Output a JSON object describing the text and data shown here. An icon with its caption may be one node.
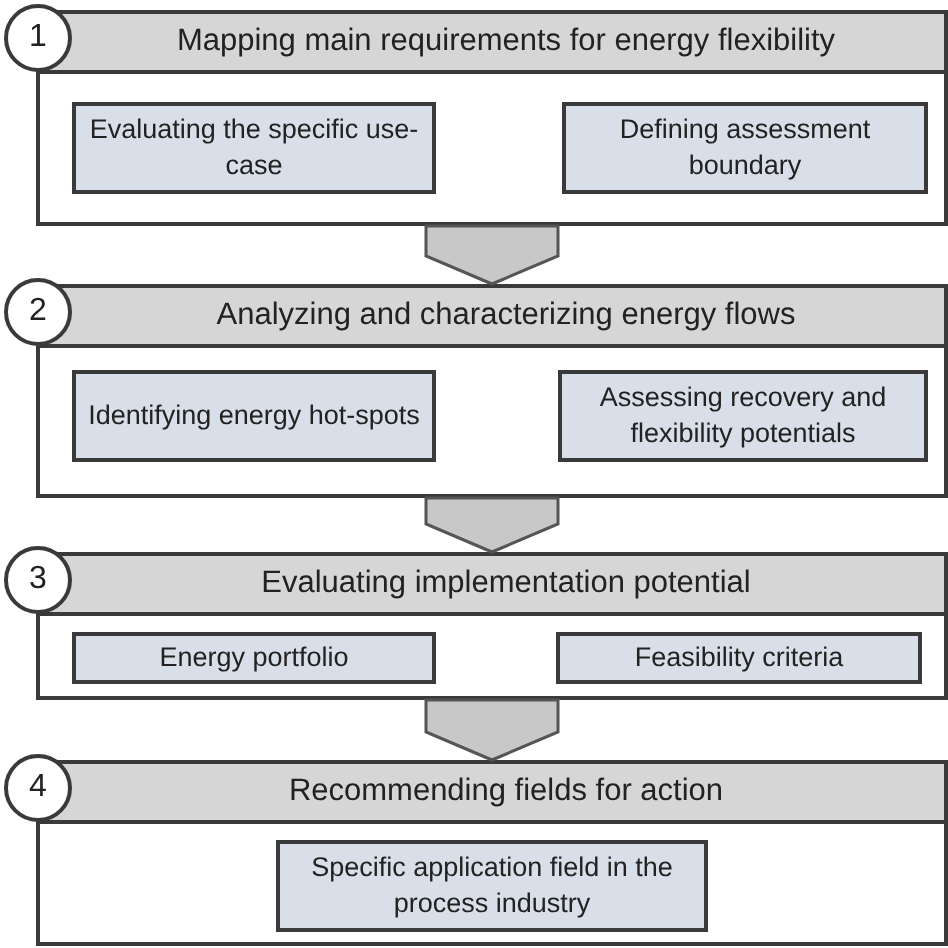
{
  "diagram": {
    "nodes": [
      {
        "text": [
          "1"
        ]
      },
      {
        "text": [
          "Mapping main requirements for energy flexibility"
        ]
      },
      {
        "text": [
          "Evaluating the specific use-case"
        ],
        "in": 1
      },
      {
        "text": [
          "Defining assessment boundary"
        ],
        "in": 1
      },
      {
        "text": [
          "2"
        ]
      },
      {
        "text": [
          "Analyzing and characterizing energy flows"
        ]
      },
      {
        "text": [
          "Identifying energy hot-spots"
        ],
        "in": 5
      },
      {
        "text": [
          "Assessing recovery and flexibility potentials"
        ],
        "in": 5
      },
      {
        "text": [
          "3"
        ]
      },
      {
        "text": [
          "Evaluating implementation potential"
        ]
      },
      {
        "text": [
          "Energy portfolio"
        ],
        "in": 9
      },
      {
        "text": [
          "Feasibility criteria"
        ],
        "in": 9
      },
      {
        "text": [
          "4"
        ]
      },
      {
        "text": [
          "Recommending fields for action"
        ]
      },
      {
        "text": [
          "Specific application field in the process industry"
        ],
        "in": 13
      }
    ],
    "edges": [
      {
        "from": 1,
        "to": 5,
        "arrow": "to"
      },
      {
        "from": 5,
        "to": 9,
        "arrow": "to"
      },
      {
        "from": 9,
        "to": 13,
        "arrow": "to"
      }
    ]
  }
}
